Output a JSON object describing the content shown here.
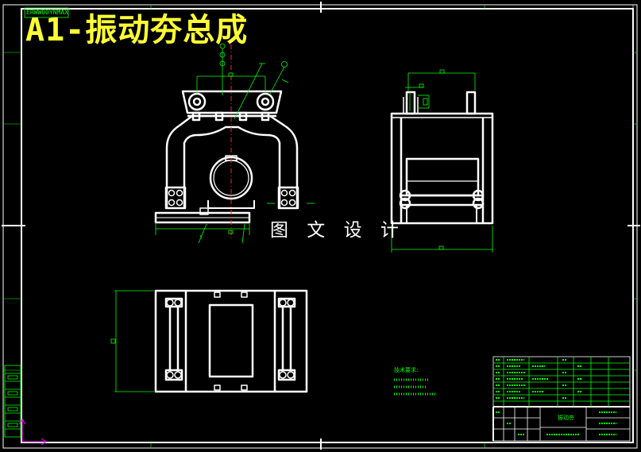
{
  "drawing": {
    "title": "A1-振动夯总成",
    "tag": "ERWW00YNMAX",
    "watermark": "图 文 设 计",
    "tech_requirements_title": "技术要求:",
    "titleblock_name": "振动夯"
  },
  "colors": {
    "background": "#000000",
    "line": "#ffffff",
    "dimension": "#00ff00",
    "centerline": "#ff2222",
    "title": "#ffff33",
    "axis": "#ff00ff"
  }
}
